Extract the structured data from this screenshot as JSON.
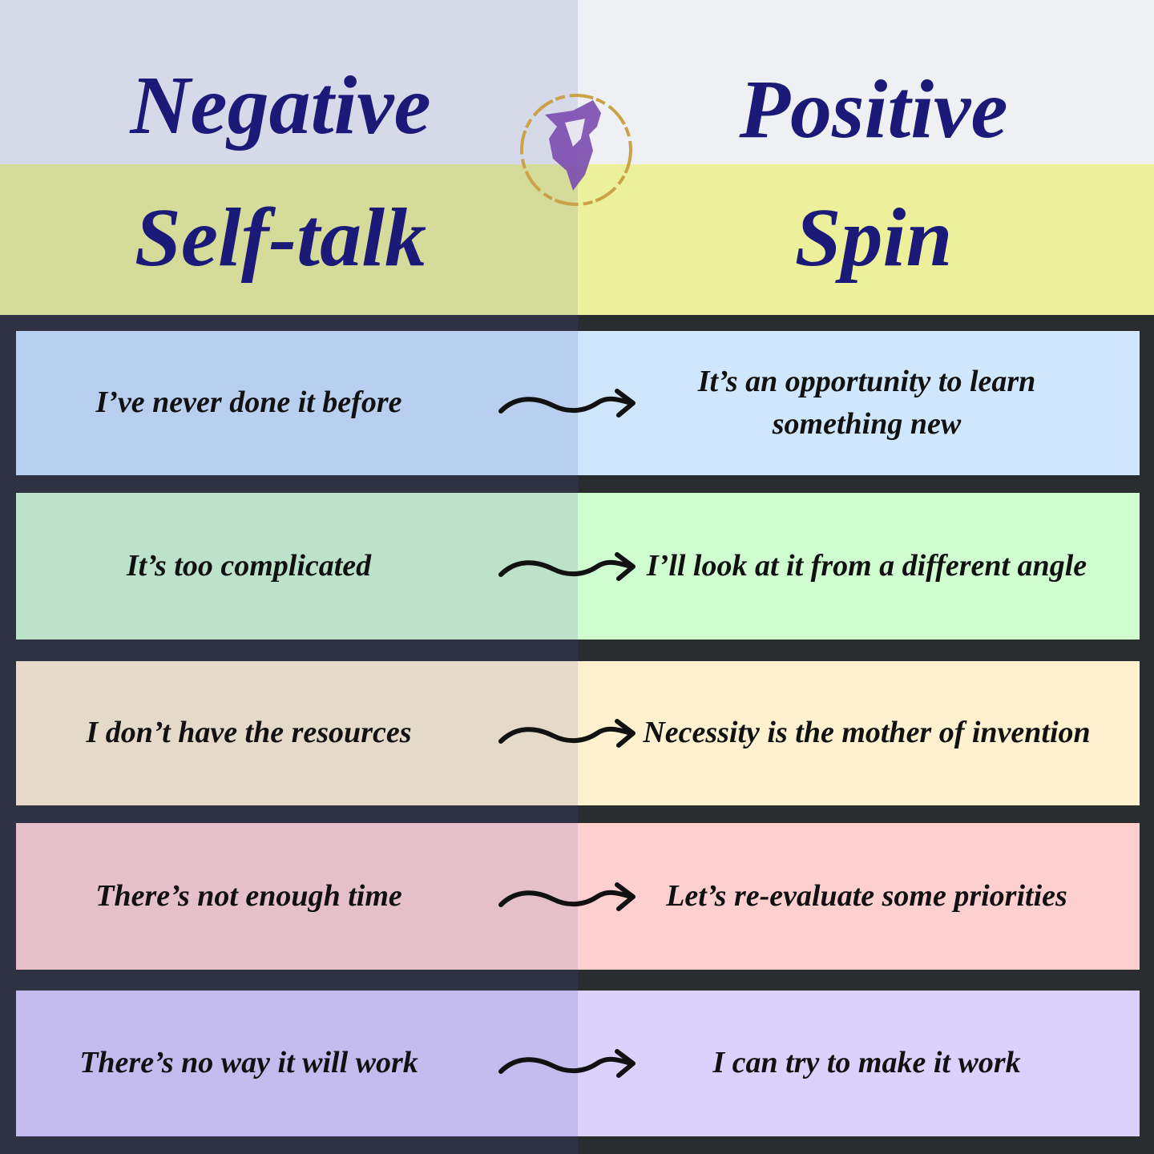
{
  "header": {
    "left_title_line1": "Negative",
    "left_title_line2": "Self-talk",
    "right_title_line1": "Positive",
    "right_title_line2": "Spin"
  },
  "colors": {
    "title": "#1c1a78",
    "logo_ring": "#c9a24a",
    "logo_wolf": "#7b4bb0"
  },
  "rows": [
    {
      "negative": "I’ve never done it before",
      "positive": "It’s an opportunity to learn something new",
      "left_color": "#b9cff0",
      "right_color": "#cfe6fc"
    },
    {
      "negative": "It’s too complicated",
      "positive": "I’ll look at it from a different angle",
      "left_color": "#bce3ca",
      "right_color": "#d0fdd0"
    },
    {
      "negative": "I don’t have the resources",
      "positive": "Necessity is the mother of invention",
      "left_color": "#e5dac9",
      "right_color": "#fdf1d0"
    },
    {
      "negative": "There’s not enough time",
      "positive": "Let’s re-evaluate some priorities",
      "left_color": "#e5bfc9",
      "right_color": "#fdd0cf"
    },
    {
      "negative": "There’s no way it will work",
      "positive": "I can try to make it work",
      "left_color": "#c4bbef",
      "right_color": "#dcd0fc"
    }
  ]
}
